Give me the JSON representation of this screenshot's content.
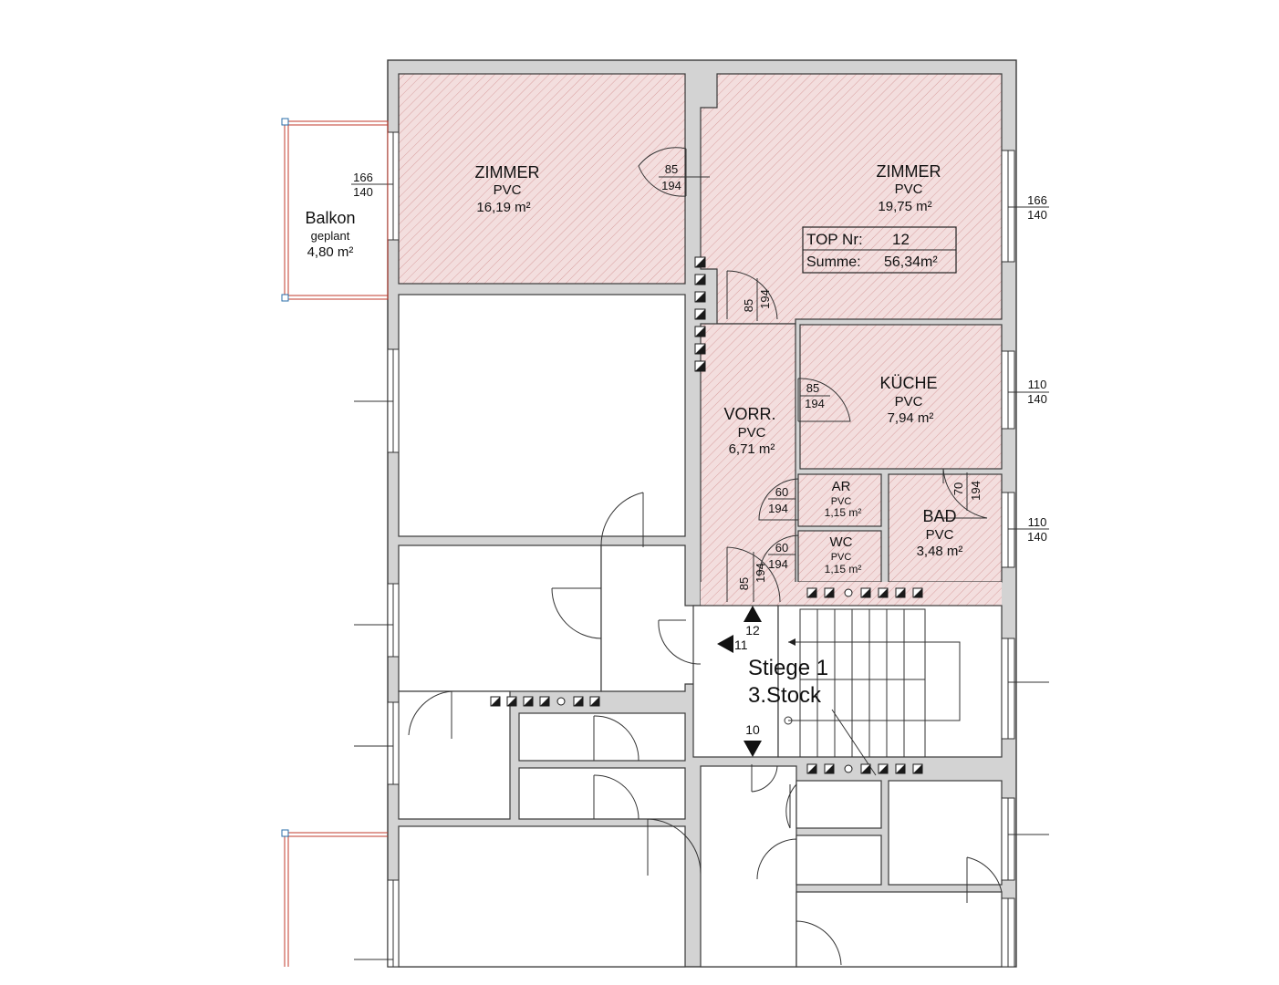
{
  "accent_colors": {
    "apartment_fill": "#f3dede",
    "hatch": "#d9a0a0",
    "balcony_line": "#c0392b",
    "wall": "#d3d3d3"
  },
  "rooms": {
    "zimmer1": {
      "name": "ZIMMER",
      "floor": "PVC",
      "area": "16,19 m²"
    },
    "zimmer2": {
      "name": "ZIMMER",
      "floor": "PVC",
      "area": "19,75 m²"
    },
    "kueche": {
      "name": "KÜCHE",
      "floor": "PVC",
      "area": "7,94 m²"
    },
    "vorr": {
      "name": "VORR.",
      "floor": "PVC",
      "area": "6,71 m²"
    },
    "ar": {
      "name": "AR",
      "floor": "PVC",
      "area": "1,15 m²"
    },
    "wc": {
      "name": "WC",
      "floor": "PVC",
      "area": "1,15 m²"
    },
    "bad": {
      "name": "BAD",
      "floor": "PVC",
      "area": "3,48 m²"
    }
  },
  "balcony": {
    "name": "Balkon",
    "status": "geplant",
    "area": "4,80 m²"
  },
  "summary": {
    "top_label": "TOP Nr:",
    "top_value": "12",
    "sum_label": "Summe:",
    "sum_value": "56,34m²"
  },
  "stair": {
    "name": "Stiege 1",
    "floor": "3.Stock"
  },
  "markers": {
    "m12": "12",
    "m11": "11",
    "m10": "10"
  },
  "doors": {
    "d1": {
      "w": "85",
      "h": "194"
    },
    "d2": {
      "w": "85",
      "h": "194"
    },
    "d3": {
      "w": "85",
      "h": "194"
    },
    "d4": {
      "w": "70",
      "h": "194"
    },
    "d5": {
      "w": "60",
      "h": "194"
    },
    "d6": {
      "w": "60",
      "h": "194"
    },
    "d7": {
      "w": "85",
      "h": "194"
    }
  },
  "windows": {
    "w_left": {
      "w": "166",
      "h": "140"
    },
    "w_right1": {
      "w": "166",
      "h": "140"
    },
    "w_right2": {
      "w": "110",
      "h": "140"
    },
    "w_right3": {
      "w": "110",
      "h": "140"
    }
  }
}
